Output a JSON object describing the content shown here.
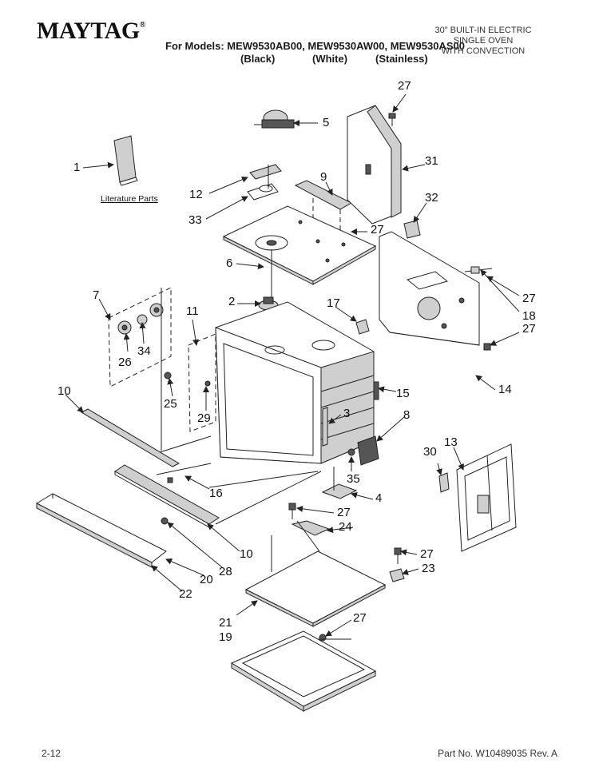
{
  "header": {
    "brand": "MAYTAG",
    "brand_mark": "®",
    "models_line": "For Models: MEW9530AB00, MEW9530AW00, MEW9530AS00",
    "color_black": "(Black)",
    "color_white": "(White)",
    "color_stainless": "(Stainless)",
    "title_line1": "30\" BUILT-IN ELECTRIC",
    "title_line2": "SINGLE OVEN",
    "title_line3": "WITH CONVECTION"
  },
  "diagram": {
    "literature_label": "Literature Parts",
    "callouts": [
      {
        "id": "c1",
        "label": "1"
      },
      {
        "id": "c2",
        "label": "2"
      },
      {
        "id": "c3",
        "label": "3"
      },
      {
        "id": "c4",
        "label": "4"
      },
      {
        "id": "c5",
        "label": "5"
      },
      {
        "id": "c6",
        "label": "6"
      },
      {
        "id": "c7",
        "label": "7"
      },
      {
        "id": "c8",
        "label": "8"
      },
      {
        "id": "c9",
        "label": "9"
      },
      {
        "id": "c10a",
        "label": "10"
      },
      {
        "id": "c10b",
        "label": "10"
      },
      {
        "id": "c11",
        "label": "11"
      },
      {
        "id": "c12",
        "label": "12"
      },
      {
        "id": "c13",
        "label": "13"
      },
      {
        "id": "c14",
        "label": "14"
      },
      {
        "id": "c15",
        "label": "15"
      },
      {
        "id": "c16",
        "label": "16"
      },
      {
        "id": "c17",
        "label": "17"
      },
      {
        "id": "c18",
        "label": "18"
      },
      {
        "id": "c19",
        "label": "19"
      },
      {
        "id": "c20",
        "label": "20"
      },
      {
        "id": "c21",
        "label": "21"
      },
      {
        "id": "c22",
        "label": "22"
      },
      {
        "id": "c23",
        "label": "23"
      },
      {
        "id": "c24",
        "label": "24"
      },
      {
        "id": "c25",
        "label": "25"
      },
      {
        "id": "c26",
        "label": "26"
      },
      {
        "id": "c27a",
        "label": "27"
      },
      {
        "id": "c27b",
        "label": "27"
      },
      {
        "id": "c27c",
        "label": "27"
      },
      {
        "id": "c27d",
        "label": "27"
      },
      {
        "id": "c27e",
        "label": "27"
      },
      {
        "id": "c27f",
        "label": "27"
      },
      {
        "id": "c27g",
        "label": "27"
      },
      {
        "id": "c28",
        "label": "28"
      },
      {
        "id": "c29",
        "label": "29"
      },
      {
        "id": "c30",
        "label": "30"
      },
      {
        "id": "c31",
        "label": "31"
      },
      {
        "id": "c32",
        "label": "32"
      },
      {
        "id": "c33",
        "label": "33"
      },
      {
        "id": "c34",
        "label": "34"
      },
      {
        "id": "c35",
        "label": "35"
      }
    ]
  },
  "footer": {
    "page_number": "2-12",
    "part_number": "Part No. W10489035 Rev. A"
  }
}
